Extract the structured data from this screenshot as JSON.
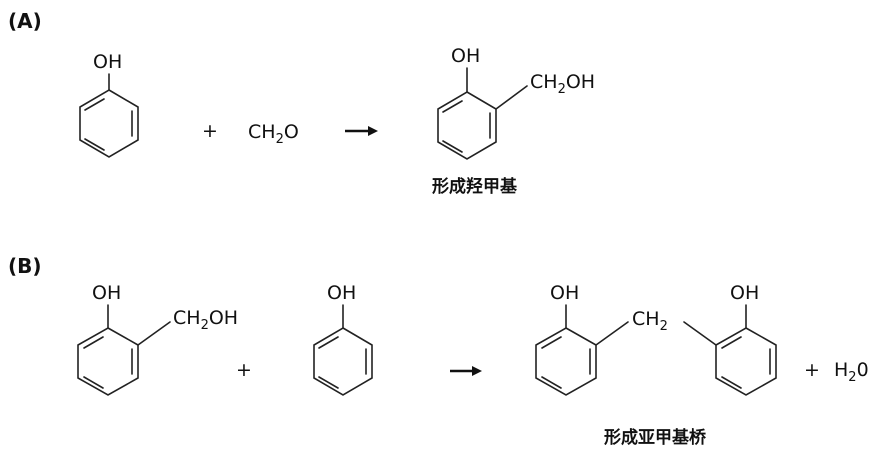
{
  "panel_a": {
    "label": "(A)",
    "reactant_phenol": {
      "oh": "OH"
    },
    "plus": "+",
    "formaldehyde": {
      "pre": "CH",
      "sub": "2",
      "post": "O"
    },
    "product": {
      "oh": "OH",
      "ch2oh_pre": "CH",
      "ch2oh_sub": "2",
      "ch2oh_post": "OH"
    },
    "caption": "形成羟甲基"
  },
  "panel_b": {
    "label": "(B)",
    "reactant_hydroxymethylphenol": {
      "oh": "OH",
      "ch2oh_pre": "CH",
      "ch2oh_sub": "2",
      "ch2oh_post": "OH"
    },
    "plus": "+",
    "reactant_phenol": {
      "oh": "OH"
    },
    "product": {
      "oh_left": "OH",
      "oh_right": "OH",
      "bridge_pre": "CH",
      "bridge_sub": "2"
    },
    "plus_water": "+",
    "water": {
      "pre": "H",
      "sub": "2",
      "post": "0"
    },
    "caption": "形成亚甲基桥"
  }
}
